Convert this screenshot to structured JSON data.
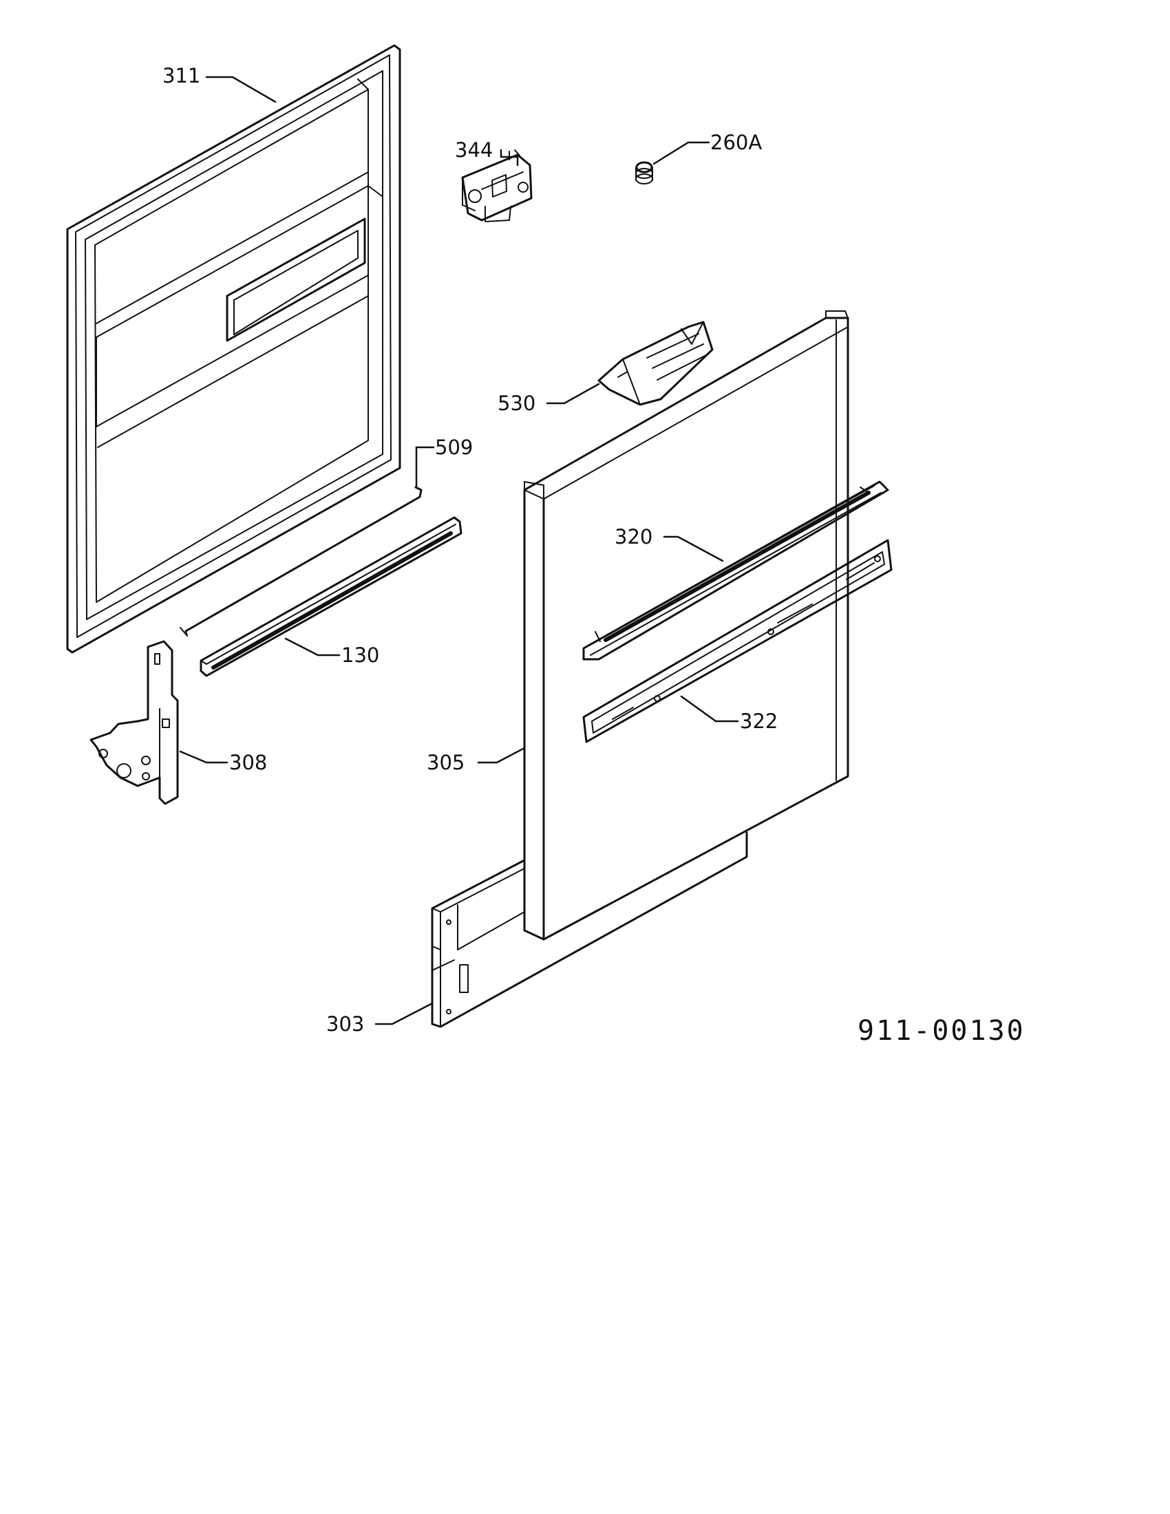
{
  "callouts": {
    "p311": "311",
    "p344": "344",
    "p260a": "260A",
    "p530": "530",
    "p509": "509",
    "p320": "320",
    "p130": "130",
    "p322": "322",
    "p308": "308",
    "p305": "305",
    "p303": "303"
  },
  "drawing_number": "911-00130",
  "colors": {
    "line": "#111111",
    "background": "#ffffff"
  }
}
